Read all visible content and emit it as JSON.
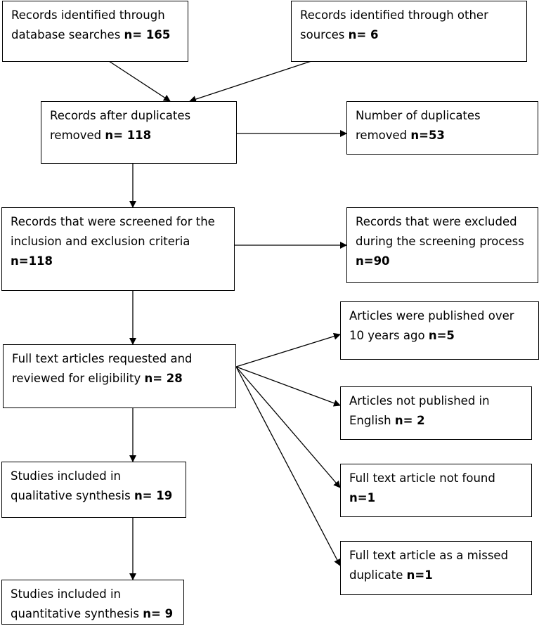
{
  "boxes": {
    "db_search": {
      "text": "Records identified through database searches ",
      "count": "n= 165"
    },
    "other_src": {
      "text": "Records identified through other sources ",
      "count": "n= 6"
    },
    "after_dup": {
      "text": "Records after duplicates removed ",
      "count": "n= 118"
    },
    "dup_removed": {
      "text": "Number of duplicates removed ",
      "count": "n=53"
    },
    "screened": {
      "text": "Records that were screened for the inclusion and exclusion criteria ",
      "count": "n=118"
    },
    "excluded": {
      "text": "Records that were excluded during the screening process ",
      "count": "n=90"
    },
    "fulltext": {
      "text": "Full text articles requested and reviewed for eligibility ",
      "count": "n= 28"
    },
    "over10": {
      "text": "Articles were published over 10 years ago ",
      "count": "n=5"
    },
    "not_english": {
      "text": "Articles not published in English ",
      "count": "n= 2"
    },
    "not_found": {
      "text": "Full text article not found ",
      "count": "n=1"
    },
    "missed_dup": {
      "text": "Full text article as a missed duplicate ",
      "count": "n=1"
    },
    "qualitative": {
      "text": "Studies included in qualitative synthesis ",
      "count": "n= 19"
    },
    "quantitative": {
      "text": "Studies included in quantitative synthesis ",
      "count": "n= 9"
    }
  }
}
